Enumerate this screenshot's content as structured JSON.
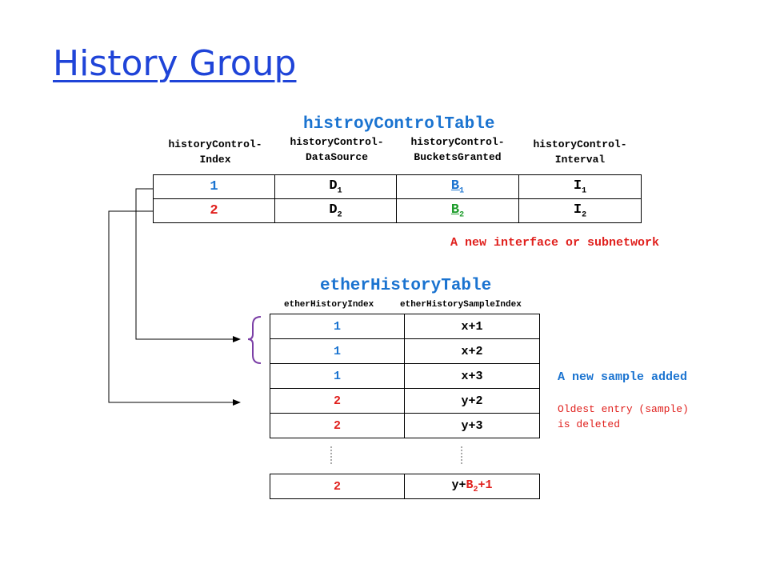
{
  "page": {
    "title": "History Group"
  },
  "control_table": {
    "title": "histroyControlTable",
    "headers": [
      {
        "line1": "historyControl-",
        "line2": "Index"
      },
      {
        "line1": "historyControl-",
        "line2": "DataSource"
      },
      {
        "line1": "historyControl-",
        "line2": "BucketsGranted"
      },
      {
        "line1": "historyControl-",
        "line2": "Interval"
      }
    ],
    "rows": [
      {
        "index": "1",
        "ds": "D",
        "ds_sub": "1",
        "bg": "B",
        "bg_sub": "1",
        "iv": "I",
        "iv_sub": "1"
      },
      {
        "index": "2",
        "ds": "D",
        "ds_sub": "2",
        "bg": "B",
        "bg_sub": "2",
        "iv": "I",
        "iv_sub": "2"
      }
    ],
    "note": "A new interface or subnetwork"
  },
  "ether_table": {
    "title": "etherHistoryTable",
    "headers": [
      "etherHistoryIndex",
      "etherHistorySampleIndex"
    ],
    "rows": [
      {
        "index": "1",
        "sample": "x+1"
      },
      {
        "index": "1",
        "sample": "x+2"
      },
      {
        "index": "1",
        "sample": "x+3"
      },
      {
        "index": "2",
        "sample": "y+2"
      },
      {
        "index": "2",
        "sample": "y+3"
      }
    ],
    "last_row": {
      "index": "2",
      "sample_prefix": "y+",
      "sample_b": "B",
      "sample_sub": "2",
      "sample_suffix": "+1"
    },
    "note_added": "A new sample added",
    "note_deleted_line1": "Oldest entry (sample)",
    "note_deleted_line2": "is deleted"
  },
  "colors": {
    "title": "#1f44d8",
    "blue": "#1a73d0",
    "red": "#e0201d",
    "green": "#1c9c2a",
    "brace": "#7b3fa6"
  }
}
